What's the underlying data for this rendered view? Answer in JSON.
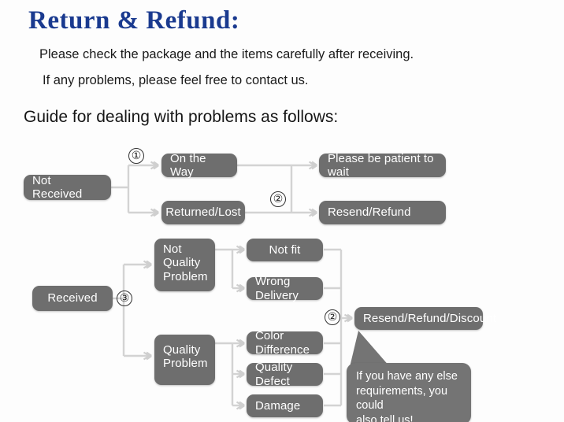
{
  "header": {
    "title": "Return & Refund:",
    "line1": "Please check the package and the items carefully after receiving.",
    "line2": "If any problems, please feel free to contact us.",
    "guide": "Guide for dealing with problems as follows:"
  },
  "colors": {
    "title": "#1a3a8f",
    "node_fill": "#6e6e6e",
    "node_text": "#ffffff",
    "connector": "#d2d2d2",
    "bubble_fill": "#747474",
    "page_background": "#fdfdfd"
  },
  "flow": {
    "nodes": {
      "not_received": "Not Received",
      "on_the_way": "On the Way",
      "returned_lost": "Returned/Lost",
      "please_be_patient": "Please be patient to wait",
      "resend_refund": "Resend/Refund",
      "received": "Received",
      "not_quality_problem": "Not\nQuality\nProblem",
      "quality_problem": "Quality\nProblem",
      "not_fit": "Not fit",
      "wrong_delivery": "Wrong Delivery",
      "color_difference": "Color Difference",
      "quality_defect": "Quality Defect",
      "damage": "Damage",
      "resend_refund_discount": "Resend/Refund/Discount"
    },
    "markers": {
      "m1": "①",
      "m2_top": "②",
      "m3": "③",
      "m2_bottom": "②"
    },
    "callout": {
      "line1": "If you have any else",
      "line2": "requirements, you could",
      "line3": "also tell us!"
    }
  }
}
